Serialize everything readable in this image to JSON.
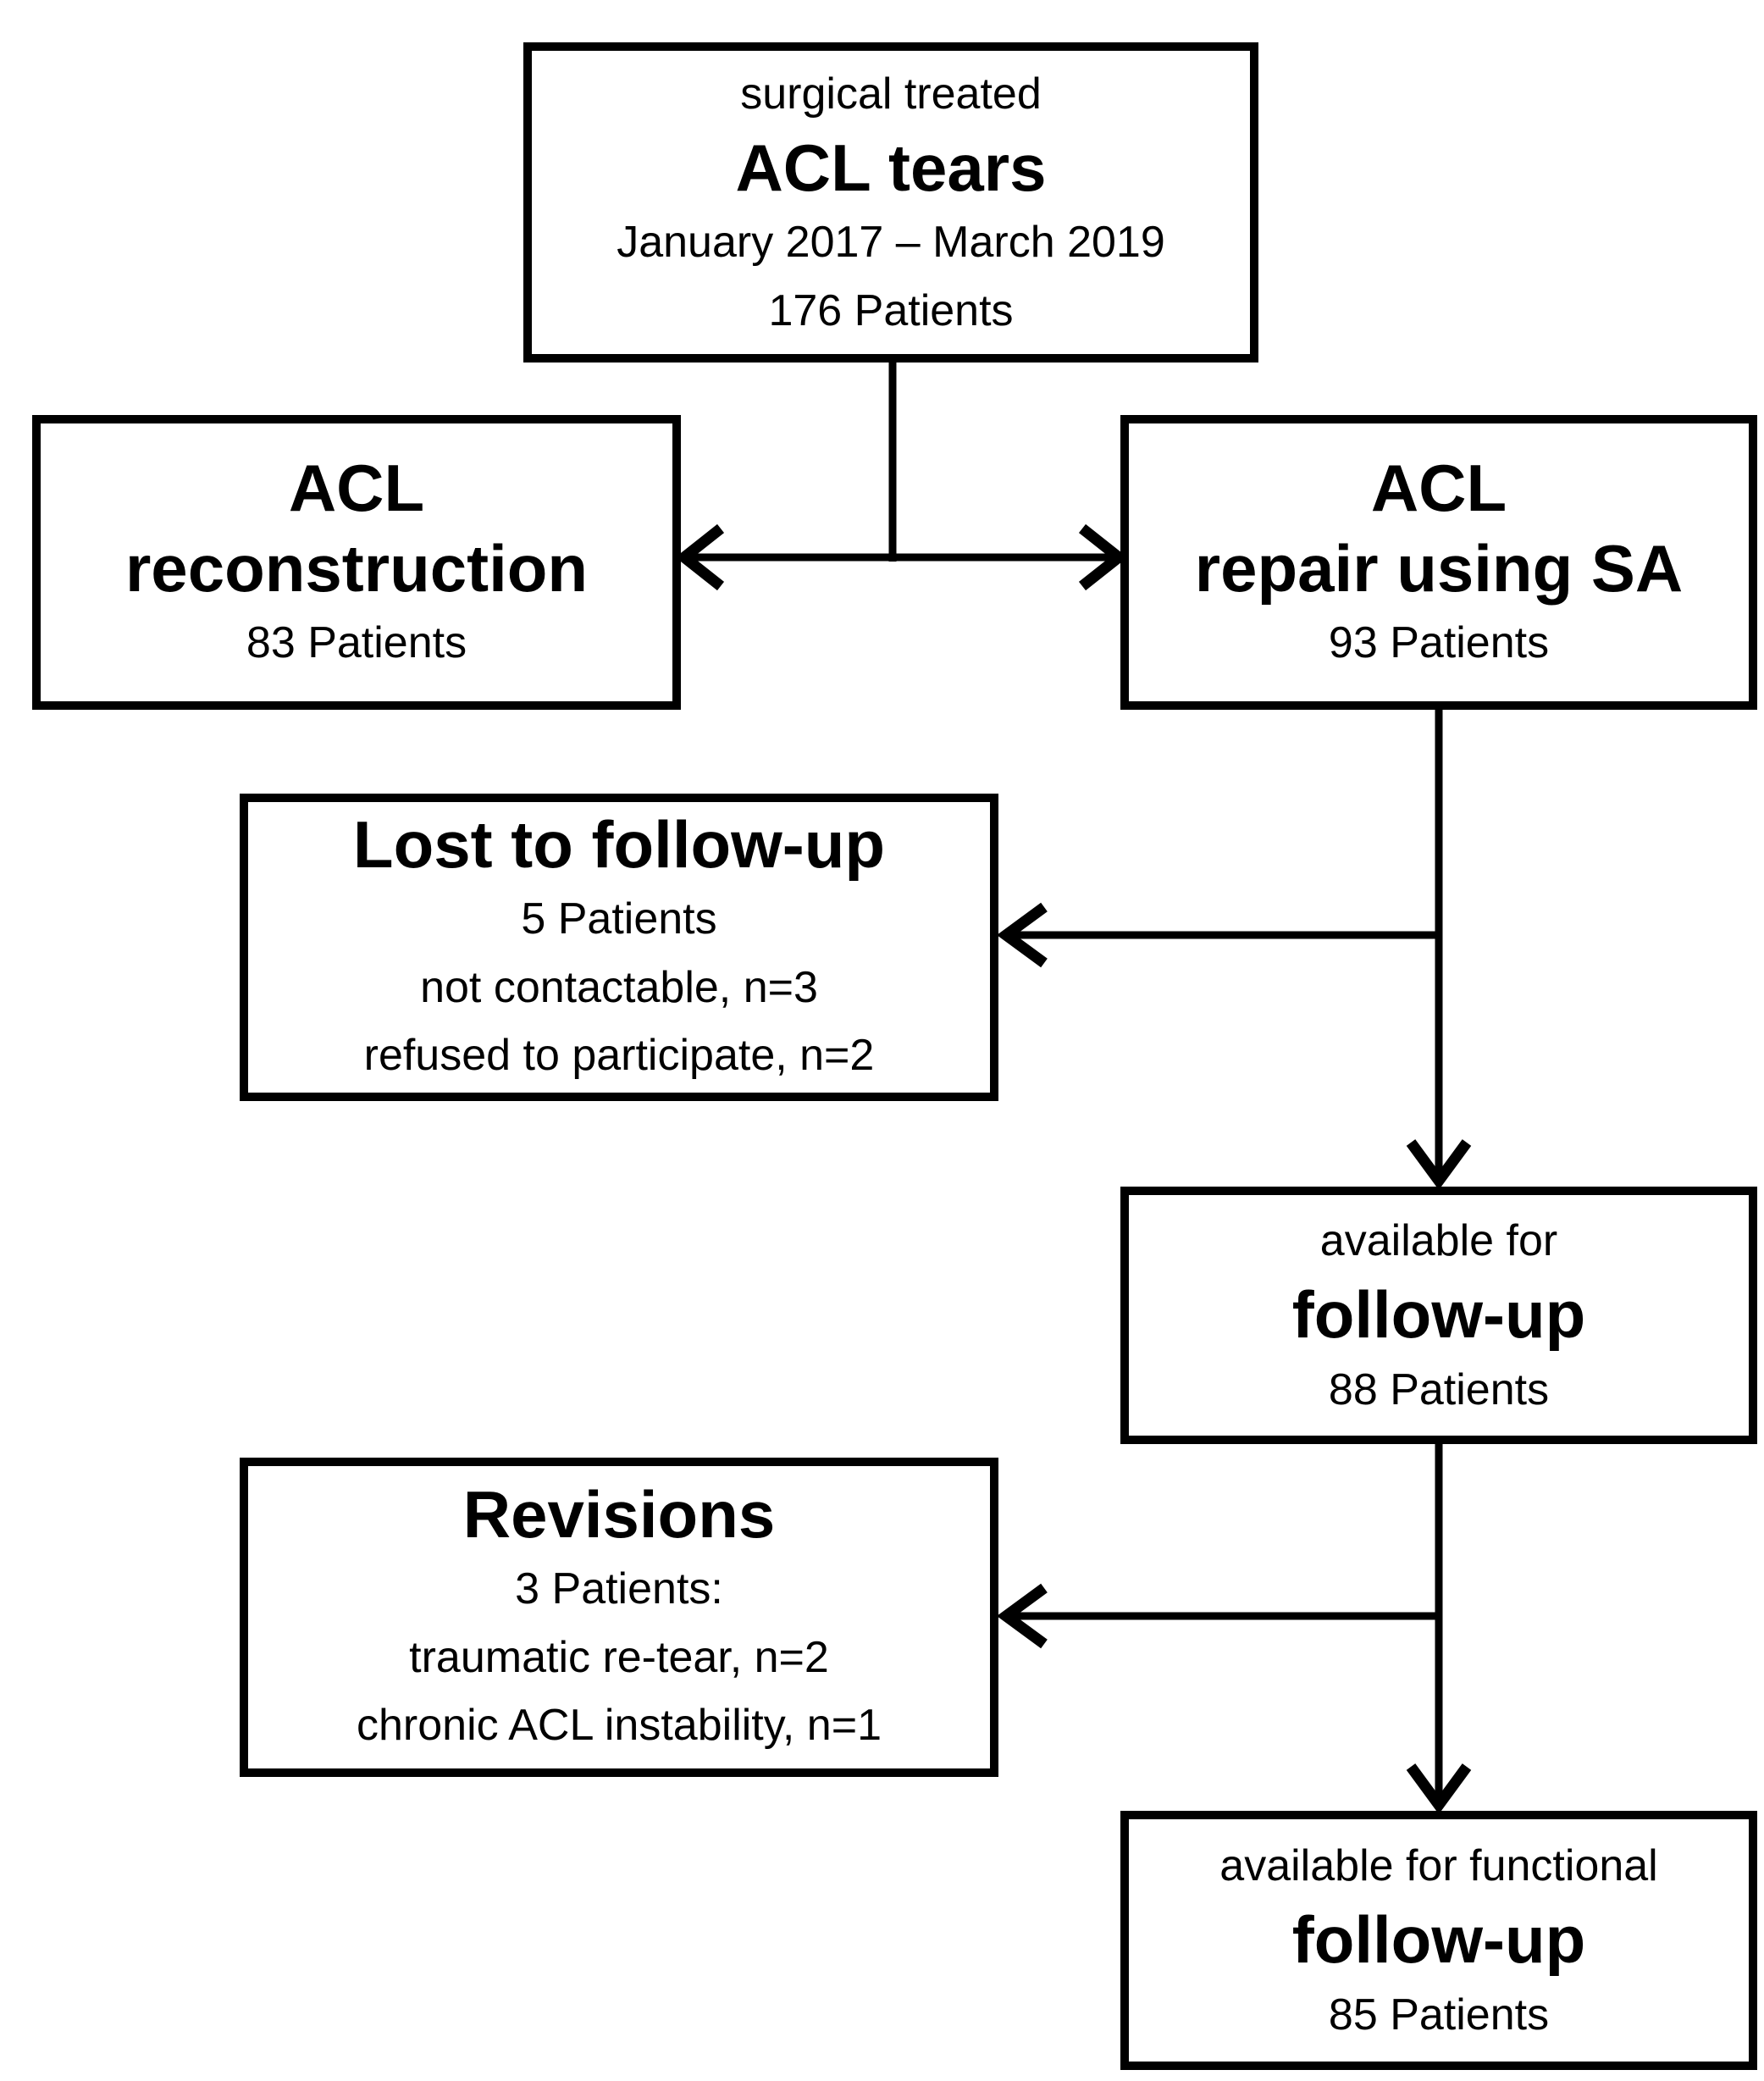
{
  "diagram": {
    "colors": {
      "border": "#000000",
      "background": "#ffffff",
      "text": "#000000"
    },
    "boxes": {
      "source": {
        "pre": "surgical treated",
        "title": "ACL tears",
        "period": "January 2017 – March 2019",
        "count": "176 Patients"
      },
      "reconstruction": {
        "title_line1": "ACL",
        "title_line2": "reconstruction",
        "count": "83 Patients"
      },
      "repair": {
        "title_line1": "ACL",
        "title_line2": "repair using SA",
        "count": "93 Patients"
      },
      "lost": {
        "title": "Lost to follow-up",
        "count": "5 Patients",
        "reason1": "not contactable, n=3",
        "reason2": "refused to participate, n=2"
      },
      "followup": {
        "pre": "available for",
        "title": "follow-up",
        "count": "88 Patients"
      },
      "revisions": {
        "title": "Revisions",
        "count": "3 Patients:",
        "reason1": "traumatic re-tear, n=2",
        "reason2": "chronic ACL instability, n=1"
      },
      "functional": {
        "pre": "available for functional",
        "title": "follow-up",
        "count": "85 Patients"
      }
    }
  }
}
